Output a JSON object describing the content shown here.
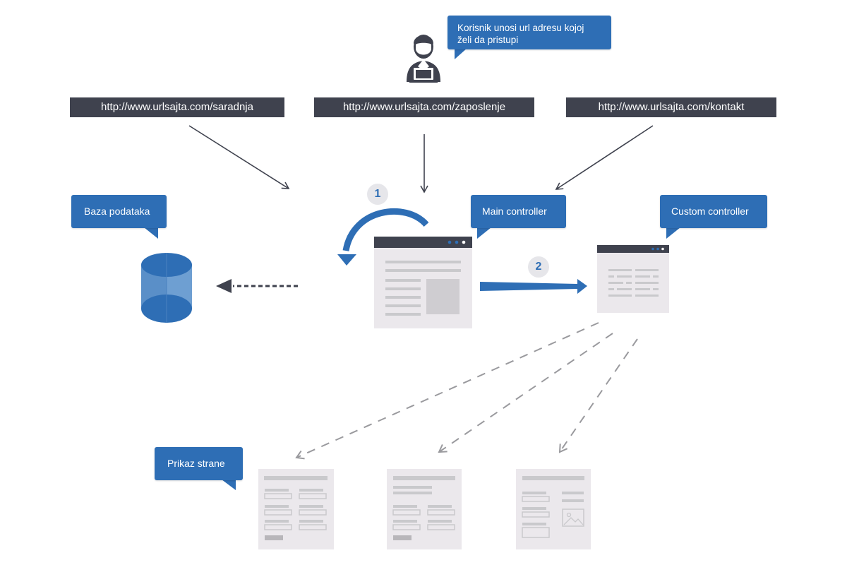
{
  "user_bubble": {
    "line1": "Korisnik unosi url adresu kojoj",
    "line2": "želi da pristupi"
  },
  "urls": {
    "left": "http://www.urlsajta.com/saradnja",
    "center": "http://www.urlsajta.com/zaposlenje",
    "right": "http://www.urlsajta.com/kontakt"
  },
  "labels": {
    "database": "Baza podataka",
    "main_controller": "Main controller",
    "custom_controller": "Custom controller",
    "page_render": "Prikaz strane"
  },
  "steps": {
    "one": "1",
    "two": "2"
  },
  "colors": {
    "accent": "#2e6eb5",
    "dark": "#3f424e",
    "panel": "#ebe8ec",
    "line": "#c9c9cc"
  },
  "icons": {
    "user": "user-laptop-icon",
    "database": "database-icon",
    "main": "browser-window-icon",
    "custom": "browser-window-icon",
    "form": "form-page-icon",
    "image": "image-icon"
  }
}
